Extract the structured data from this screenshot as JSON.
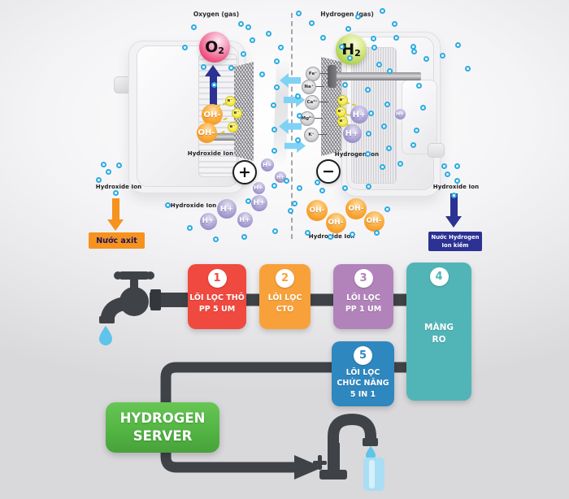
{
  "electrolysis": {
    "oxygen_gas_label": "Oxygen (gas)",
    "hydrogen_gas_label": "Hydrogen (gas)",
    "o2": {
      "symbol": "O",
      "sub": "2"
    },
    "h2": {
      "symbol": "H",
      "sub": "2"
    },
    "hydroxide_ion_label": "Hydroxide Ion",
    "hydrogen_ion_label": "Hydrogen Ion",
    "oh_ion": "OH-",
    "h_ion": "H+",
    "electron": "e⁻",
    "plus_sign": "+",
    "minus_sign": "−",
    "mineral_ions": [
      "Fe⁺",
      "Na⁺",
      "Ca²⁺",
      "Mg²⁺",
      "K⁺"
    ],
    "acid_water_label": "Nước axit",
    "alkaline_water_line1": "Nước Hydrogen",
    "alkaline_water_line2": "Ion kiềm"
  },
  "filtration": {
    "steps": [
      {
        "number": "1",
        "line1": "LÕI LỌC THÔ",
        "line2": "PP 5 UM",
        "color": "#f0493f"
      },
      {
        "number": "2",
        "line1": "LÕI LỌC",
        "line2": "CTO",
        "color": "#f8a13a"
      },
      {
        "number": "3",
        "line1": "LÕI LỌC",
        "line2": "PP 1 UM",
        "color": "#b183ba"
      },
      {
        "number": "4",
        "line1": "MÀNG",
        "line2": "RO",
        "color": "#51b5b7"
      },
      {
        "number": "5",
        "line1": "LÕI LỌC",
        "line2": "CHỨC NĂNG",
        "line3": "5 IN 1",
        "color": "#2f87c0"
      }
    ],
    "server_line1": "HYDROGEN",
    "server_line2": "SERVER"
  },
  "colors": {
    "pipe": "#3f4347",
    "cyan_bubble": "#29abe2",
    "navy": "#2b3293",
    "orange": "#f6921e",
    "water_drop": "#5fc3ea",
    "server_green": "#57b947"
  }
}
